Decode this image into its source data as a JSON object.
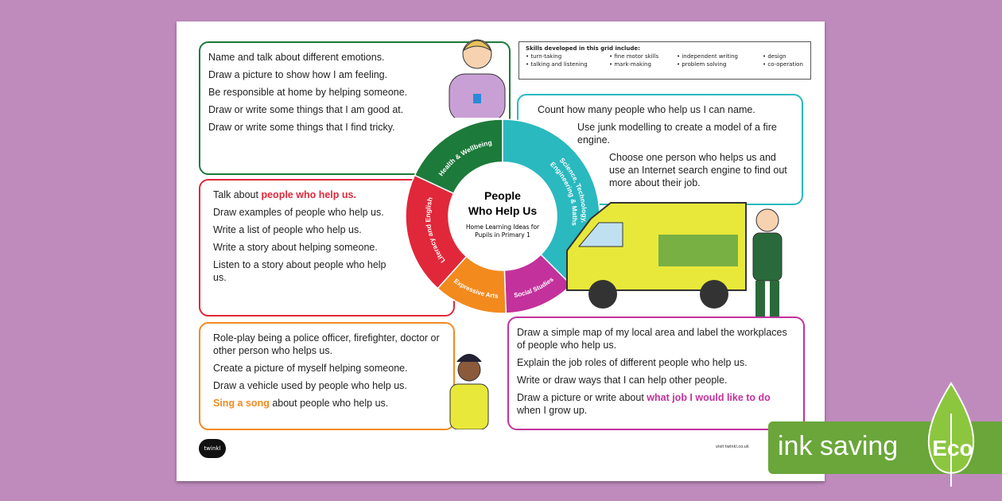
{
  "skills": {
    "title": "Skills developed in this grid include:",
    "items": [
      "turn-taking",
      "fine motor skills",
      "independent writing",
      "design",
      "talking and listening",
      "mark-making",
      "problem solving",
      "co-operation"
    ]
  },
  "wheel": {
    "title_line1": "People",
    "title_line2": "Who Help Us",
    "subtitle_line1": "Home Learning Ideas for",
    "subtitle_line2": "Pupils in Primary 1",
    "segments": [
      {
        "label": "Health & Wellbeing",
        "color": "#1c7a3a"
      },
      {
        "label": "Science, Technology, Engineering & Maths",
        "color": "#2ab9bf"
      },
      {
        "label": "Social Studies",
        "color": "#c3319c"
      },
      {
        "label": "Expressive Arts",
        "color": "#f28a1e"
      },
      {
        "label": "Literacy and English",
        "color": "#e0283a"
      }
    ]
  },
  "health": [
    "Name and talk about different emotions.",
    "Draw a picture to show how I am feeling.",
    "Be responsible at home by helping someone.",
    "Draw or write some things that I am good at.",
    "Draw or write some things that I find tricky."
  ],
  "literacy": {
    "first_prefix": "Talk about ",
    "first_highlight": "people who help us.",
    "items": [
      "Draw examples of people who help us.",
      "Write a list of people who help us.",
      "Write a story about helping someone.",
      "Listen to a story about people who help us."
    ]
  },
  "arts": {
    "items": [
      "Role-play being a police officer, firefighter, doctor or other person who helps us.",
      "Create a picture of myself helping someone.",
      "Draw a vehicle used by people who help us."
    ],
    "last_highlight": "Sing a song",
    "last_suffix": " about people who help us."
  },
  "stem": [
    "Count how many people who help us I can name.",
    "Use junk modelling to create a model of a fire engine.",
    "Choose one person who helps us and use an Internet search engine to find out more about their job."
  ],
  "social": {
    "items": [
      "Draw a simple map of my local area and label the workplaces of people who help us.",
      "Explain the job roles of different people who help us.",
      "Write or draw ways that I can help other people."
    ],
    "last_prefix": "Draw a picture or write about ",
    "last_highlight": "what job I would like to do",
    "last_suffix": " when I grow up."
  },
  "footer": {
    "logo": "twinkl",
    "url": "visit twinkl.co.uk"
  },
  "eco": {
    "label": "ink saving",
    "badge": "Eco",
    "color": "#6aa63a"
  }
}
